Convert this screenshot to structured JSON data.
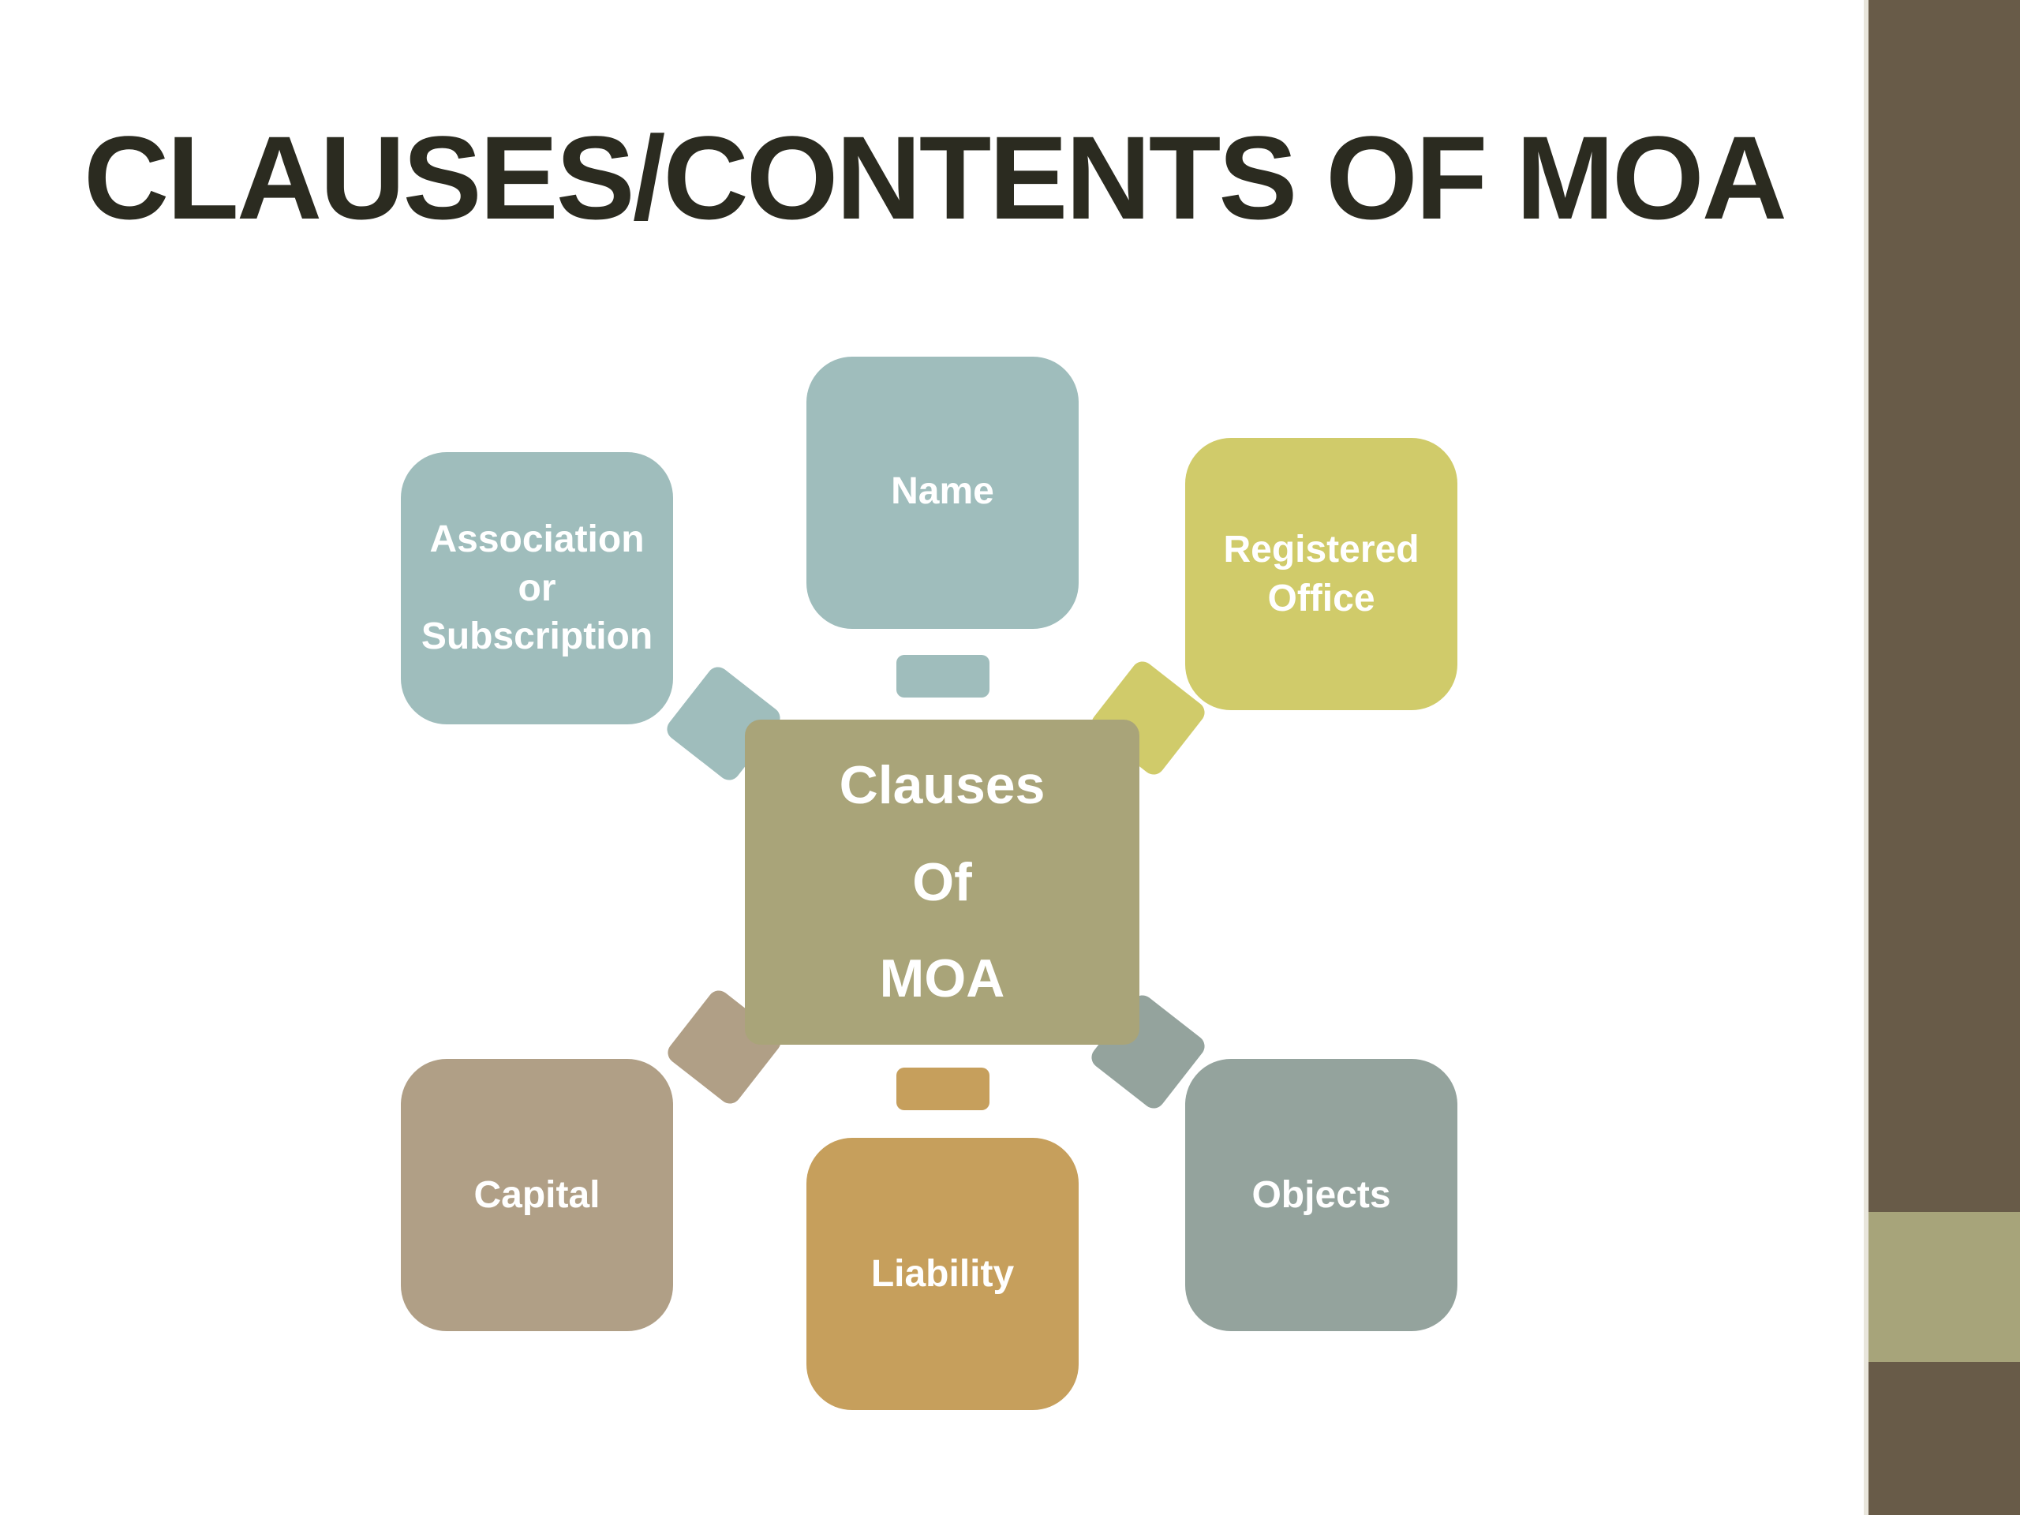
{
  "title": "CLAUSES/CONTENTS OF MOA",
  "diagram": {
    "center": {
      "label": "Clauses\nOf\nMOA",
      "color": "#a9a479"
    },
    "nodes": {
      "name": {
        "label": "Name",
        "color": "#9fbdbc"
      },
      "registered_office": {
        "label": "Registered\nOffice",
        "color": "#d0cb6a"
      },
      "association": {
        "label": "Association\nor\nSubscription",
        "color": "#9fbdbc"
      },
      "capital": {
        "label": "Capital",
        "color": "#b09f86"
      },
      "liability": {
        "label": "Liability",
        "color": "#c69f5c"
      },
      "objects": {
        "label": "Objects",
        "color": "#94a39d"
      }
    }
  },
  "theme": {
    "sidebar": "#685b48",
    "sidebar_stripe": "#a7a47a",
    "title_color": "#2b2b20"
  }
}
